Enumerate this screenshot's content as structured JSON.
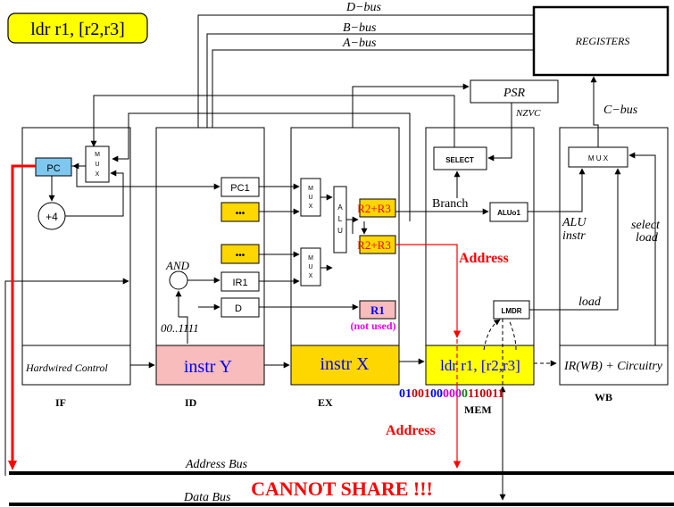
{
  "title": "ldr r1, [r2,r3]",
  "buses": {
    "d_bus": "D−bus",
    "b_bus": "B−bus",
    "a_bus": "A−bus",
    "c_bus": "C−bus",
    "address_bus": "Address Bus",
    "data_bus": "Data Bus"
  },
  "registers": "REGISTERS",
  "psr": "PSR",
  "nzvc": "NZVC",
  "select": "SELECT",
  "branch": "Branch",
  "aluo1": "ALUo1",
  "lmdr": "LMDR",
  "alu_instr": "ALU instr",
  "alu_label_1": "ALU",
  "alu_label_2": "instr",
  "select_load_1": "select",
  "select_load_2": "load",
  "load": "load",
  "mux_letters": [
    "M",
    "U",
    "X"
  ],
  "mux_wb": "M U X",
  "alu_letters": [
    "A",
    "L",
    "U"
  ],
  "pc": "PC",
  "plus4": "+4",
  "pc1": "PC1",
  "dots": "•••",
  "and": "AND",
  "ir1": "IR1",
  "d": "D",
  "mask": "00..1111",
  "r2r3_top": "R2+R3",
  "r2r3_bottom": "R2+R3",
  "r1": "R1",
  "not_used": "(not used)",
  "address_red": "Address",
  "address_red_2": "Address",
  "hardwired": "Hardwired Control",
  "instr_y": "instr Y",
  "instr_x": "instr X",
  "mem_instr": "ldr r1, [r2,r3]",
  "wb_instr": "IR(WB) + Circuitry",
  "stages": {
    "if": "IF",
    "id": "ID",
    "ex": "EX",
    "mem": "MEM",
    "wb": "WB"
  },
  "bits": [
    {
      "text": "01",
      "color": "#0000ff"
    },
    {
      "text": "001",
      "color": "#cc0000"
    },
    {
      "text": "00",
      "color": "#0000ff"
    },
    {
      "text": "000",
      "color": "#cc00cc"
    },
    {
      "text": "0",
      "color": "#008800"
    },
    {
      "text": "1",
      "color": "#cc0000"
    },
    {
      "text": "10011",
      "color": "#cc0000"
    }
  ],
  "cannot_share": "CANNOT SHARE !!!",
  "colors": {
    "title_bg": "#ffff00",
    "pc_fill": "#7ec8f0",
    "instr_y_fill": "#f8bcbc",
    "instr_x_fill": "#ffd700",
    "mem_fill": "#ffff00",
    "dots_fill": "#ffd700",
    "r2r3_fill": "#ffd700",
    "r1_fill": "#f8bcbc",
    "red": "#ff0000",
    "magenta": "#ee00ee",
    "blue": "#0000ff"
  }
}
